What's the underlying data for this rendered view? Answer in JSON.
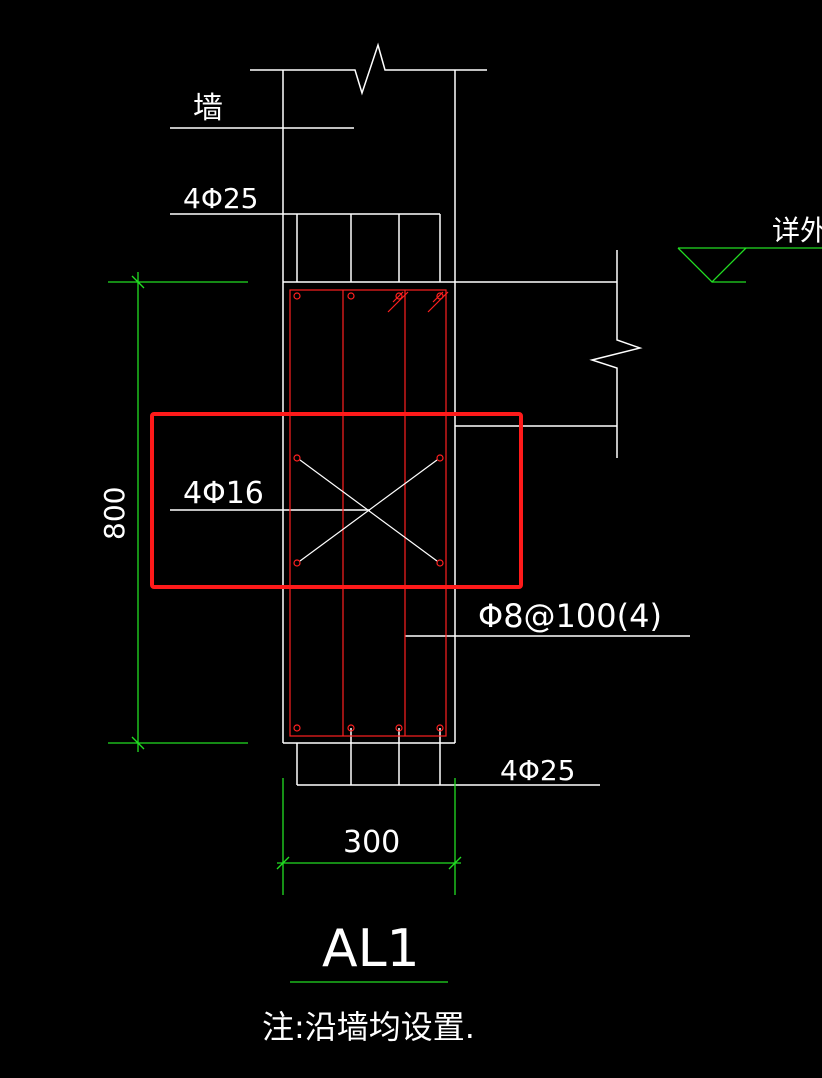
{
  "labels": {
    "wall": "墙",
    "top_rebar": "4Φ25",
    "middle_rebar": "4Φ16",
    "stirrup": "Φ8@100(4)",
    "bottom_rebar": "4Φ25",
    "detail_note_partial": "详外",
    "height_dim": "800",
    "width_dim": "300",
    "beam_name": "AL1",
    "note": "注:沿墙均设置."
  },
  "colors": {
    "background": "#000000",
    "line": "#ffffff",
    "rebar": "#ff2020",
    "dimension": "#22dd22",
    "highlight": "#ff1a1a"
  }
}
